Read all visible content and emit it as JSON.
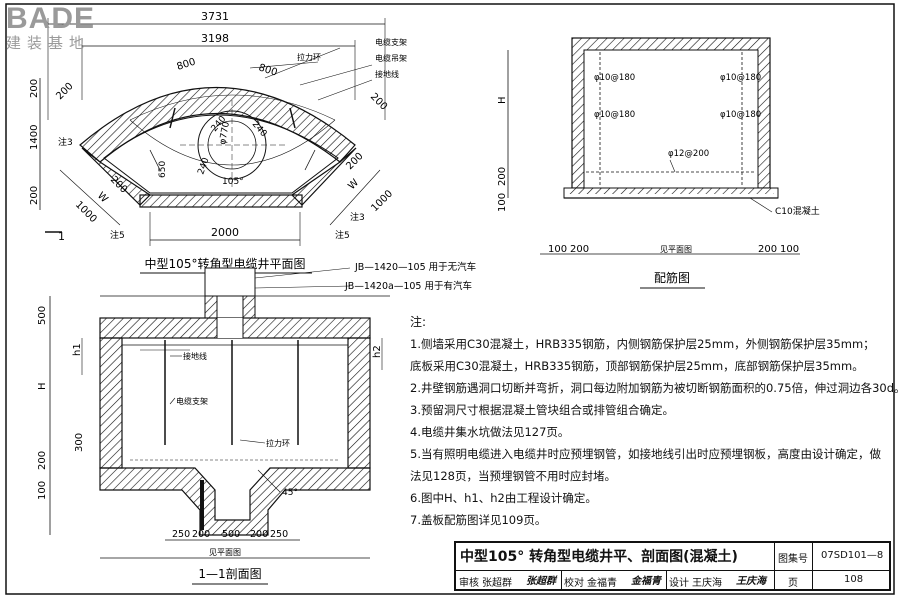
{
  "logo": {
    "main": "BADE",
    "sub": "建装基地"
  },
  "plan": {
    "title": "中型105°转角型电缆井平面图",
    "dims": {
      "top_outer": "3731",
      "top_inner": "3198",
      "seg_left": "800",
      "seg_right": "800",
      "left_200a": "200",
      "left_1400": "1400",
      "left_200b": "200",
      "left_top_200": "200",
      "right_top_200": "200",
      "bottom_2000": "2000",
      "r240a": "240",
      "r240b": "240",
      "d770": "φ770",
      "r650": "650",
      "angle": "105°",
      "w_left": "W",
      "w_right": "W",
      "d1000_left": "1000",
      "d1000_right": "1000",
      "d200_right": "200",
      "d200_left": "200"
    },
    "labels": {
      "pull_ring": "拉力环",
      "cable_bracket": "电缆支架",
      "cable_hanger": "电缆吊架",
      "ground_wire": "接地线",
      "note3": "注3",
      "note5": "注5",
      "cut_mark": "1"
    }
  },
  "rebar": {
    "title": "配筋图",
    "labels": [
      "φ10@180",
      "φ10@180",
      "φ10@180",
      "φ10@180",
      "φ12@200"
    ],
    "c10": "C10混凝土",
    "h": "H",
    "d200": "200",
    "d100": "100",
    "bottom": [
      "100",
      "200",
      "见平面图",
      "200",
      "100"
    ]
  },
  "section": {
    "title": "1—1剖面图",
    "jb1": "JB—1420—105 用于无汽车",
    "jb2": "JB—1420a—105 用于有汽车",
    "labels": {
      "ground_wire": "接地线",
      "cable_bracket": "电缆支架",
      "pull_ring": "拉力环",
      "angle": "45°"
    },
    "left_dims": [
      "500",
      "h1",
      "H",
      "300",
      "200",
      "100"
    ],
    "right_dims": [
      "h2"
    ],
    "bottom": [
      "250",
      "200",
      "500",
      "200",
      "250"
    ],
    "bottom_note": "见平面图"
  },
  "notes": {
    "title": "注:",
    "items": [
      "1.侧墙采用C30混凝土，HRB335钢筋，内侧钢筋保护层25mm，外侧钢筋保护层35mm；",
      "   底板采用C30混凝土，HRB335钢筋，顶部钢筋保护层25mm，底部钢筋保护层35mm。",
      "2.井壁钢筋遇洞口切断并弯折，洞口每边附加钢筋为被切断钢筋面积的0.75倍，伸过洞边各30d。",
      "3.预留洞尺寸根据混凝土管块组合或排管组合确定。",
      "4.电缆井集水坑做法见127页。",
      "5.当有照明电缆进入电缆井时应预埋钢管，如接地线引出时应预埋钢板，高度由设计确定，做",
      "   法见128页，当预埋钢管不用时应封堵。",
      "6.图中H、h1、h2由工程设计确定。",
      "7.盖板配筋图详见109页。"
    ]
  },
  "title_block": {
    "title": "中型105° 转角型电缆井平、剖面图(混凝土)",
    "atlas_label": "图集号",
    "atlas_no": "07SD101—8",
    "review_label": "审核",
    "reviewer": "张超群",
    "check_label": "校对",
    "checker": "金福青",
    "design_label": "设计",
    "designer": "王庆海",
    "page_label": "页",
    "page_no": "108"
  }
}
